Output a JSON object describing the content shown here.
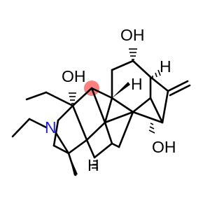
{
  "molecule": {
    "atom_labels": {
      "oh_top": "OH",
      "oh_left": "OH",
      "oh_bottom": "OH",
      "h_top_right": "H",
      "h_center": "H",
      "h_bottom": "H",
      "nitrogen": "N"
    },
    "colors": {
      "bond": "#000000",
      "heteroatom_nitrogen": "#1a1aff",
      "highlight": "#ff0000"
    }
  }
}
